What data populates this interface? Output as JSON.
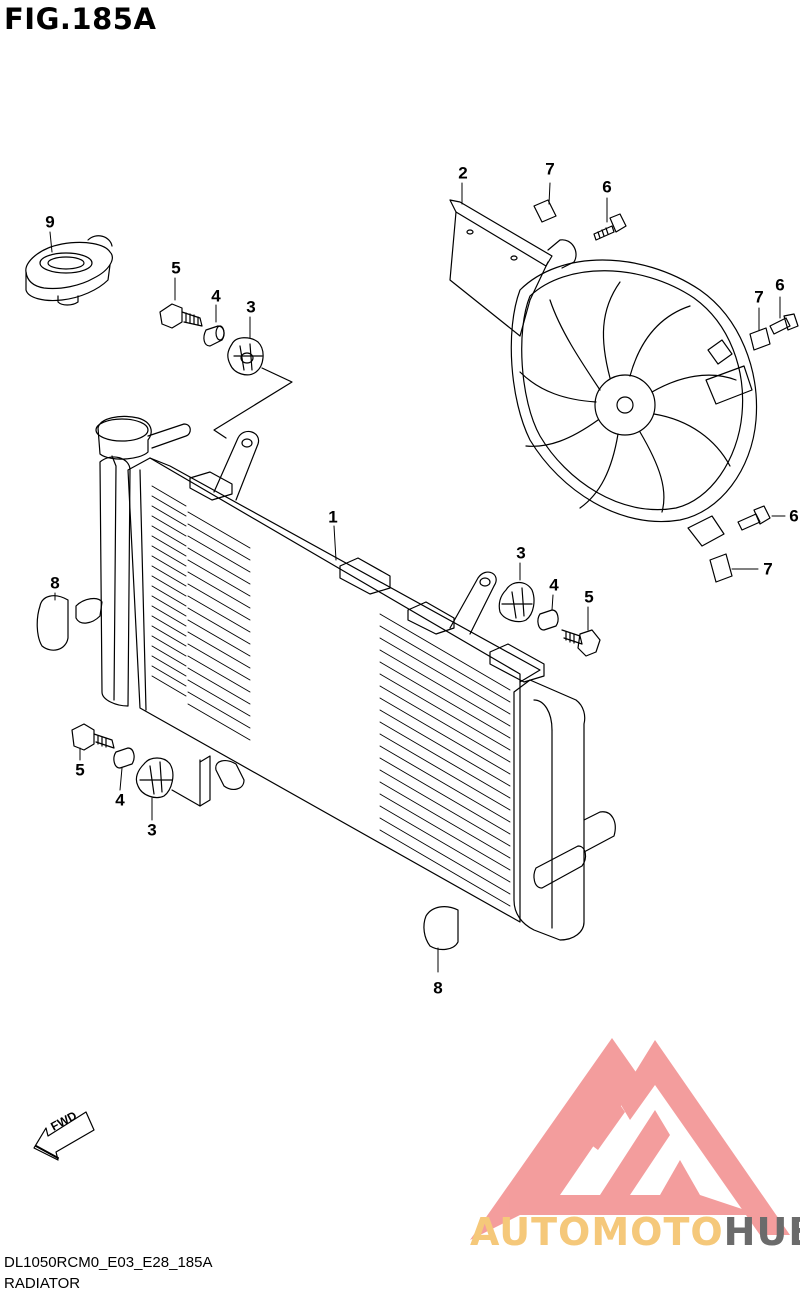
{
  "figure": {
    "title": "FIG.185A",
    "code": "DL1050RCM0_E03_E28_185A",
    "name": "RADIATOR"
  },
  "callouts": [
    "9",
    "5",
    "4",
    "3",
    "1",
    "8",
    "5",
    "4",
    "3",
    "3",
    "4",
    "5",
    "8",
    "2",
    "7",
    "6",
    "7",
    "6",
    "6",
    "7"
  ],
  "fwd_label": "FWD",
  "watermark": {
    "text_part1": "AUTOMOTO",
    "text_part2": "HUB",
    "colors": {
      "logo": "#f28c8c",
      "part1": "#f5c87a",
      "part2": "#6b6b6b"
    }
  }
}
